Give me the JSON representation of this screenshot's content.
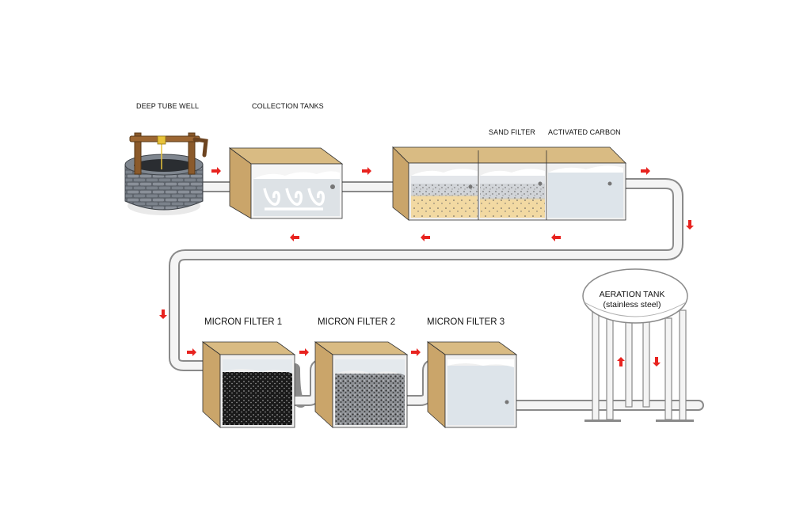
{
  "labels": {
    "deep_tube_well": "DEEP TUBE WELL",
    "collection_tanks": "COLLECTION TANKS",
    "sand_filter": "SAND FILTER",
    "activated_carbon": "ACTIVATED CARBON",
    "micron_filter_1": "MICRON FILTER 1",
    "micron_filter_2": "MICRON FILTER 2",
    "micron_filter_3": "MICRON FILTER 3",
    "aeration_tank_line1": "AERATION TANK",
    "aeration_tank_line2": "(stainless steel)"
  },
  "colors": {
    "arrow": "#e8231f",
    "box_side": "#caa56a",
    "box_side_dark": "#a98444",
    "box_top": "#d9bb83",
    "pipe": "#f4f4f4",
    "pipe_outline": "#8a8a8a",
    "water": "#d7dde3",
    "sand": "#f2d9a2",
    "well_stone": "#6e747c",
    "well_wood": "#8b5a2b"
  },
  "icons": {
    "flow_arrow": "red-flow-arrow-icon"
  }
}
